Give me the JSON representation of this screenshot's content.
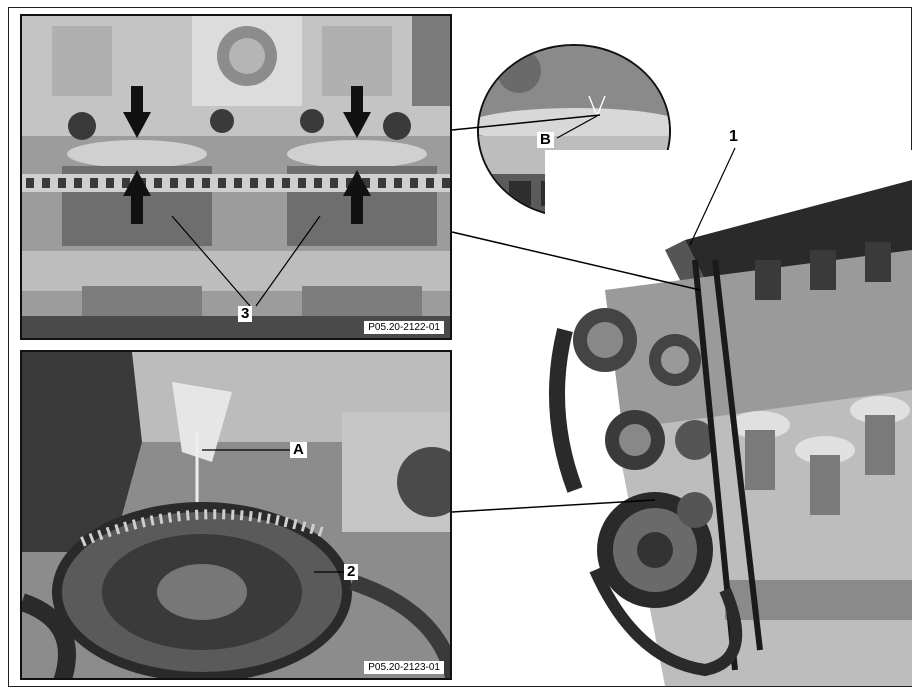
{
  "figure": {
    "top_panel": {
      "code": "P05.20-2122-01",
      "label_3": "3"
    },
    "detail_circle": {
      "label_b": "B"
    },
    "bottom_panel": {
      "code": "P05.20-2123-01",
      "label_a": "A",
      "label_2": "2"
    },
    "engine": {
      "callout_1": "1"
    }
  },
  "colors": {
    "photo_dark": "#2b2b2b",
    "photo_mid": "#8a8a8a",
    "photo_light": "#d6d6d6",
    "leader": "#000000"
  }
}
